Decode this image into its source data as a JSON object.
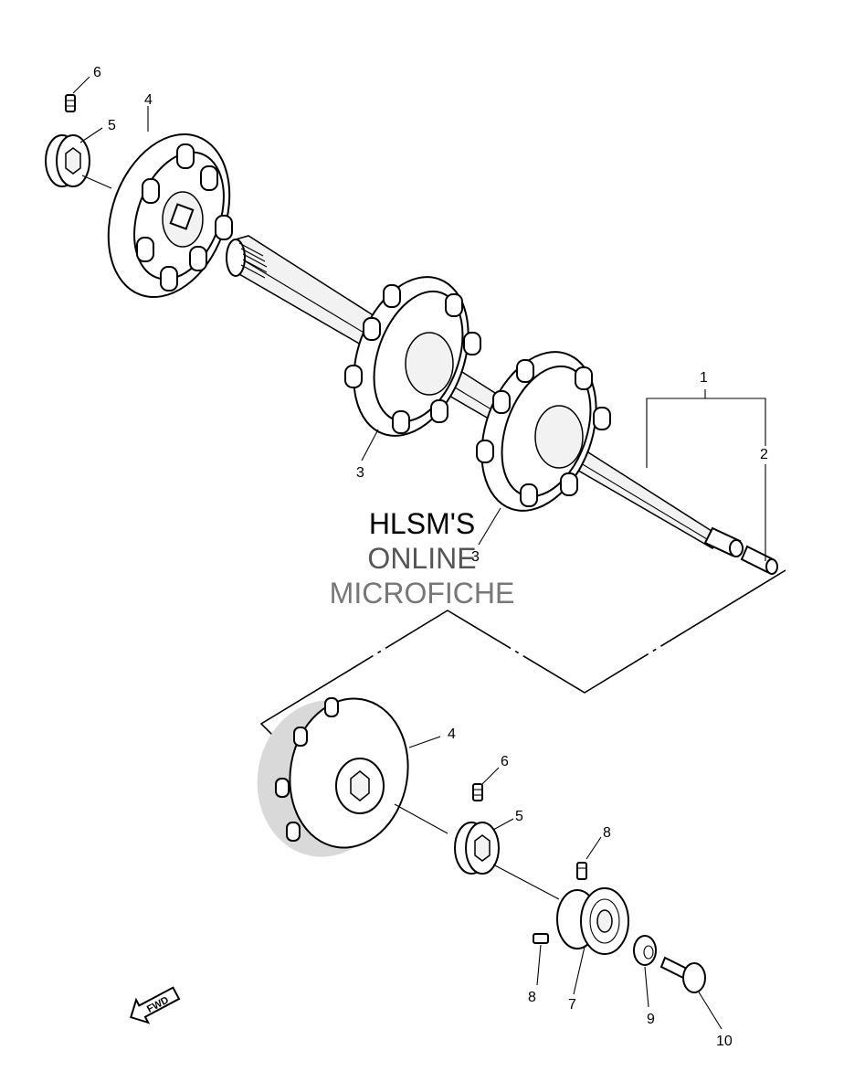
{
  "callouts": {
    "c1": "1",
    "c2": "2",
    "c3a": "3",
    "c3b": "3",
    "c4a": "4",
    "c4b": "4",
    "c5a": "5",
    "c5b": "5",
    "c6a": "6",
    "c6b": "6",
    "c7": "7",
    "c8a": "8",
    "c8b": "8",
    "c9": "9",
    "c10": "10"
  },
  "watermark": {
    "line1": "HLSM'S",
    "line2": "ONLINE",
    "line3": "MICROFICHE",
    "colors": [
      "#000000",
      "#555555",
      "#777777"
    ]
  },
  "fwd_label": "FWD"
}
